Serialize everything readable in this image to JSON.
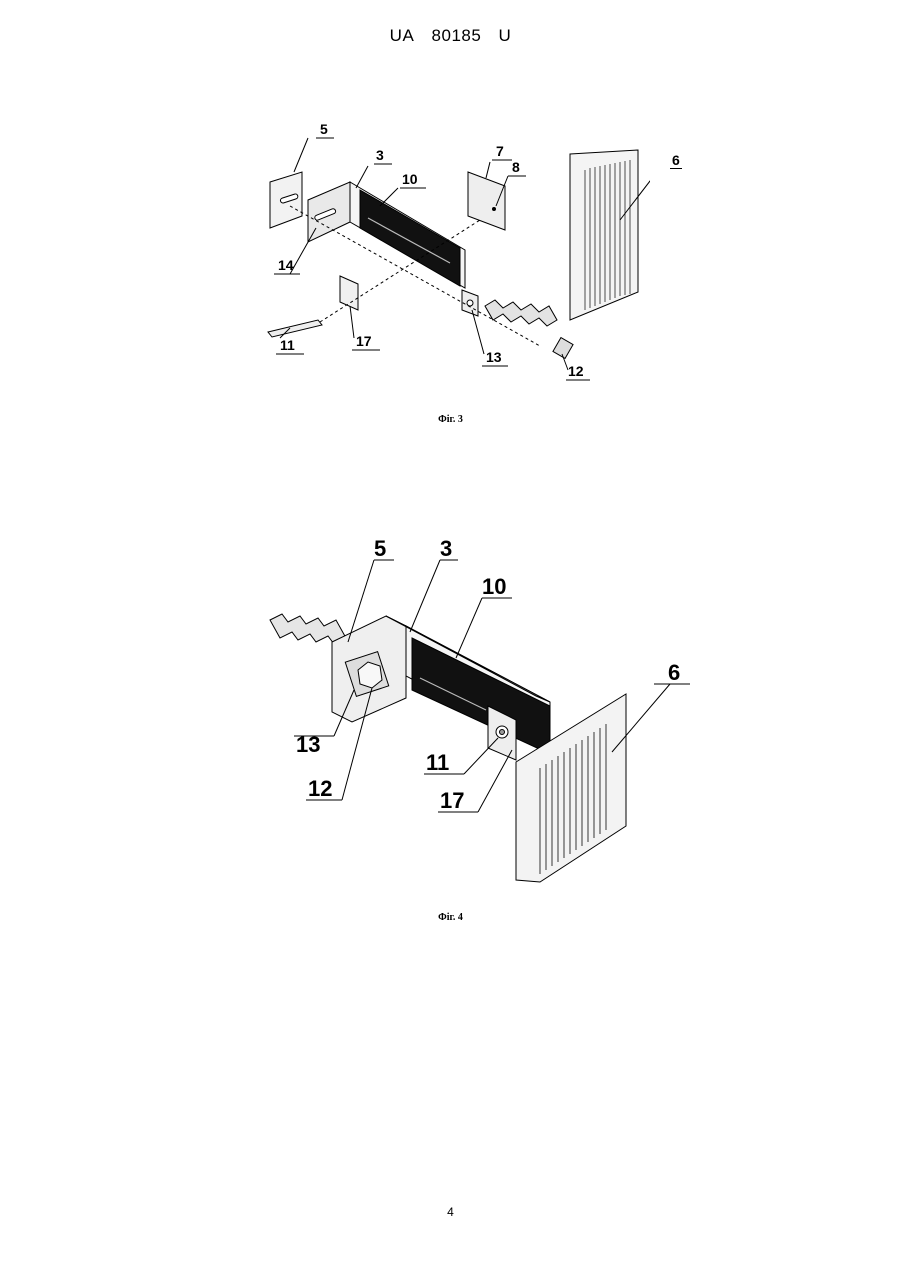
{
  "header": {
    "office": "UA",
    "number": "80185",
    "kind": "U"
  },
  "figure3": {
    "caption": "Фіг. 3",
    "labels": {
      "l5": "5",
      "l3": "3",
      "l10": "10",
      "l7": "7",
      "l8": "8",
      "l6": "6",
      "l14": "14",
      "l11": "11",
      "l17": "17",
      "l13": "13",
      "l12": "12"
    }
  },
  "figure4": {
    "caption": "Фіг. 4",
    "labels": {
      "l5": "5",
      "l3": "3",
      "l10": "10",
      "l6": "6",
      "l13": "13",
      "l12": "12",
      "l11": "11",
      "l17": "17"
    }
  },
  "page_number": "4"
}
